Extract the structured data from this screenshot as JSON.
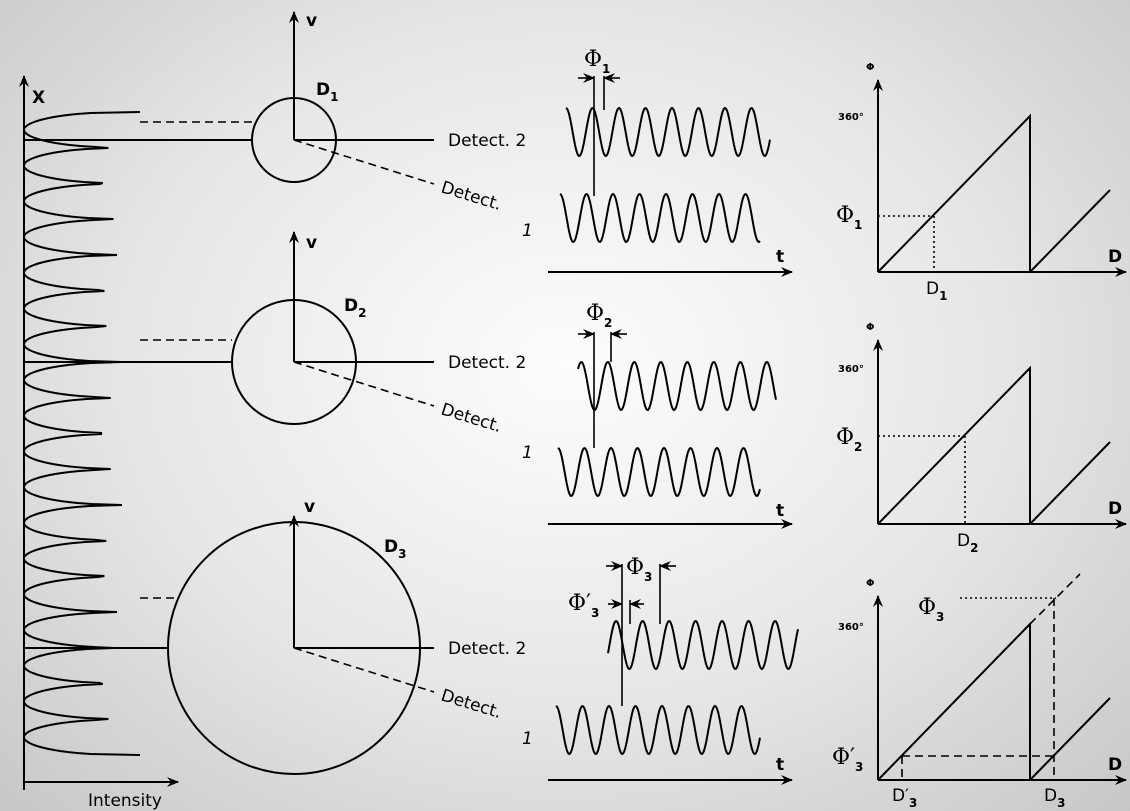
{
  "left_axis": {
    "y_label": "X",
    "x_label": "Intensity"
  },
  "rows": [
    {
      "velocity_label": "v",
      "circle_label": "D",
      "circle_sub": "1",
      "detect2": "Detect. 2",
      "detect1": "Detect.",
      "detect1_num": "1",
      "phase_label": "Φ",
      "phase_sub": "1",
      "time_label": "t",
      "phase_axis": "Φ",
      "tick360": "360°",
      "d_axis": "D",
      "read_phi": "Φ",
      "read_phi_sub": "1",
      "read_d": "D",
      "read_d_sub": "1"
    },
    {
      "velocity_label": "v",
      "circle_label": "D",
      "circle_sub": "2",
      "detect2": "Detect. 2",
      "detect1": "Detect.",
      "detect1_num": "1",
      "phase_label": "Φ",
      "phase_sub": "2",
      "time_label": "t",
      "phase_axis": "Φ",
      "tick360": "360°",
      "d_axis": "D",
      "read_phi": "Φ",
      "read_phi_sub": "2",
      "read_d": "D",
      "read_d_sub": "2"
    },
    {
      "velocity_label": "v",
      "circle_label": "D",
      "circle_sub": "3",
      "detect2": "Detect. 2",
      "detect1": "Detect.",
      "detect1_num": "1",
      "phase_label": "Φ",
      "phase_sub": "3",
      "phase_prime_label": "Φ′",
      "phase_prime_sub": "3",
      "time_label": "t",
      "phase_axis": "Φ",
      "tick360": "360°",
      "d_axis": "D",
      "read_phi": "Φ",
      "read_phi_sub": "3",
      "read_phi_prime": "Φ′",
      "read_phi_prime_sub": "3",
      "read_d": "D",
      "read_d_sub": "3",
      "read_d_prime": "D′",
      "read_d_prime_sub": "3"
    }
  ]
}
